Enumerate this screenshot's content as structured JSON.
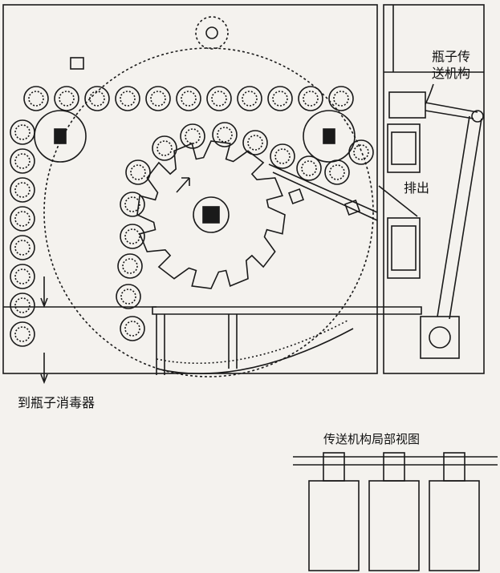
{
  "labels": {
    "bottle_conveyor": [
      "瓶子传",
      "送机构"
    ],
    "discharge": "排出",
    "to_bottle_sterilizer": "到瓶子消毒器",
    "conveyor_detail_view": "传送机构局部视图"
  },
  "colors": {
    "ink": "#1a1a1a",
    "paper": "#f4f2ee"
  }
}
